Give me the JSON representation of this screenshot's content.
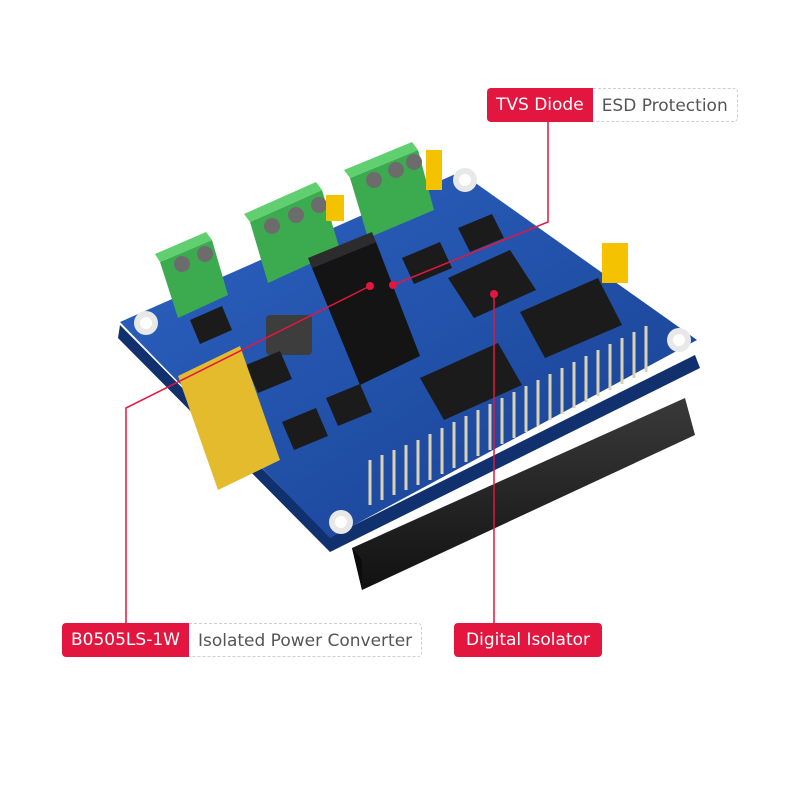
{
  "callouts": {
    "tvs": {
      "tag": "TVS Diode",
      "desc": "ESD Protection"
    },
    "converter": {
      "tag": "B0505LS-1W",
      "desc": "Isolated Power Converter"
    },
    "isolator": {
      "tag": "Digital Isolator"
    }
  },
  "colors": {
    "accent": "#e3163f",
    "pcb": "#1f4fa8",
    "terminal": "#3cab4f",
    "jumper": "#f5c200",
    "header": "#2a2a2a",
    "pin": "#d9d2b4"
  }
}
